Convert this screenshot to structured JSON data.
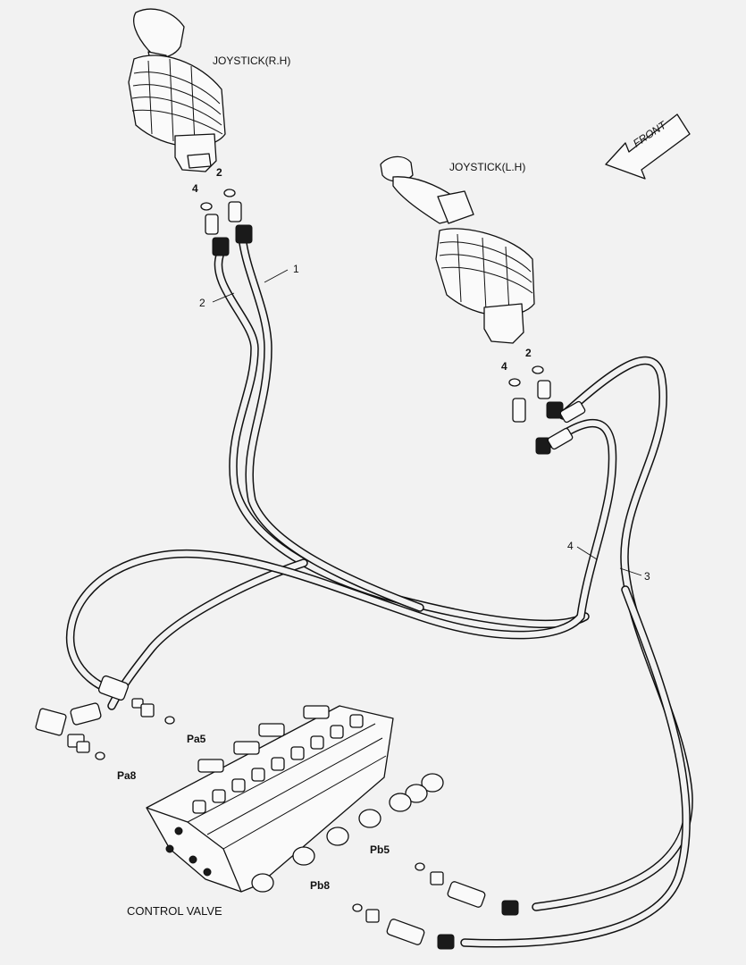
{
  "labels": {
    "joystick_rh": "JOYSTICK(R.H)",
    "joystick_lh": "JOYSTICK(L.H)",
    "front": "FRONT",
    "control_valve": "CONTROL VALVE",
    "port_pa5": "Pa5",
    "port_pa8": "Pa8",
    "port_pb5": "Pb5",
    "port_pb8": "Pb8"
  },
  "callouts": {
    "rh_item_2": "2",
    "rh_item_4": "4",
    "hose_1": "1",
    "hose_2": "2",
    "lh_item_4": "4",
    "lh_item_2": "2",
    "hose_4": "4",
    "hose_3": "3"
  }
}
